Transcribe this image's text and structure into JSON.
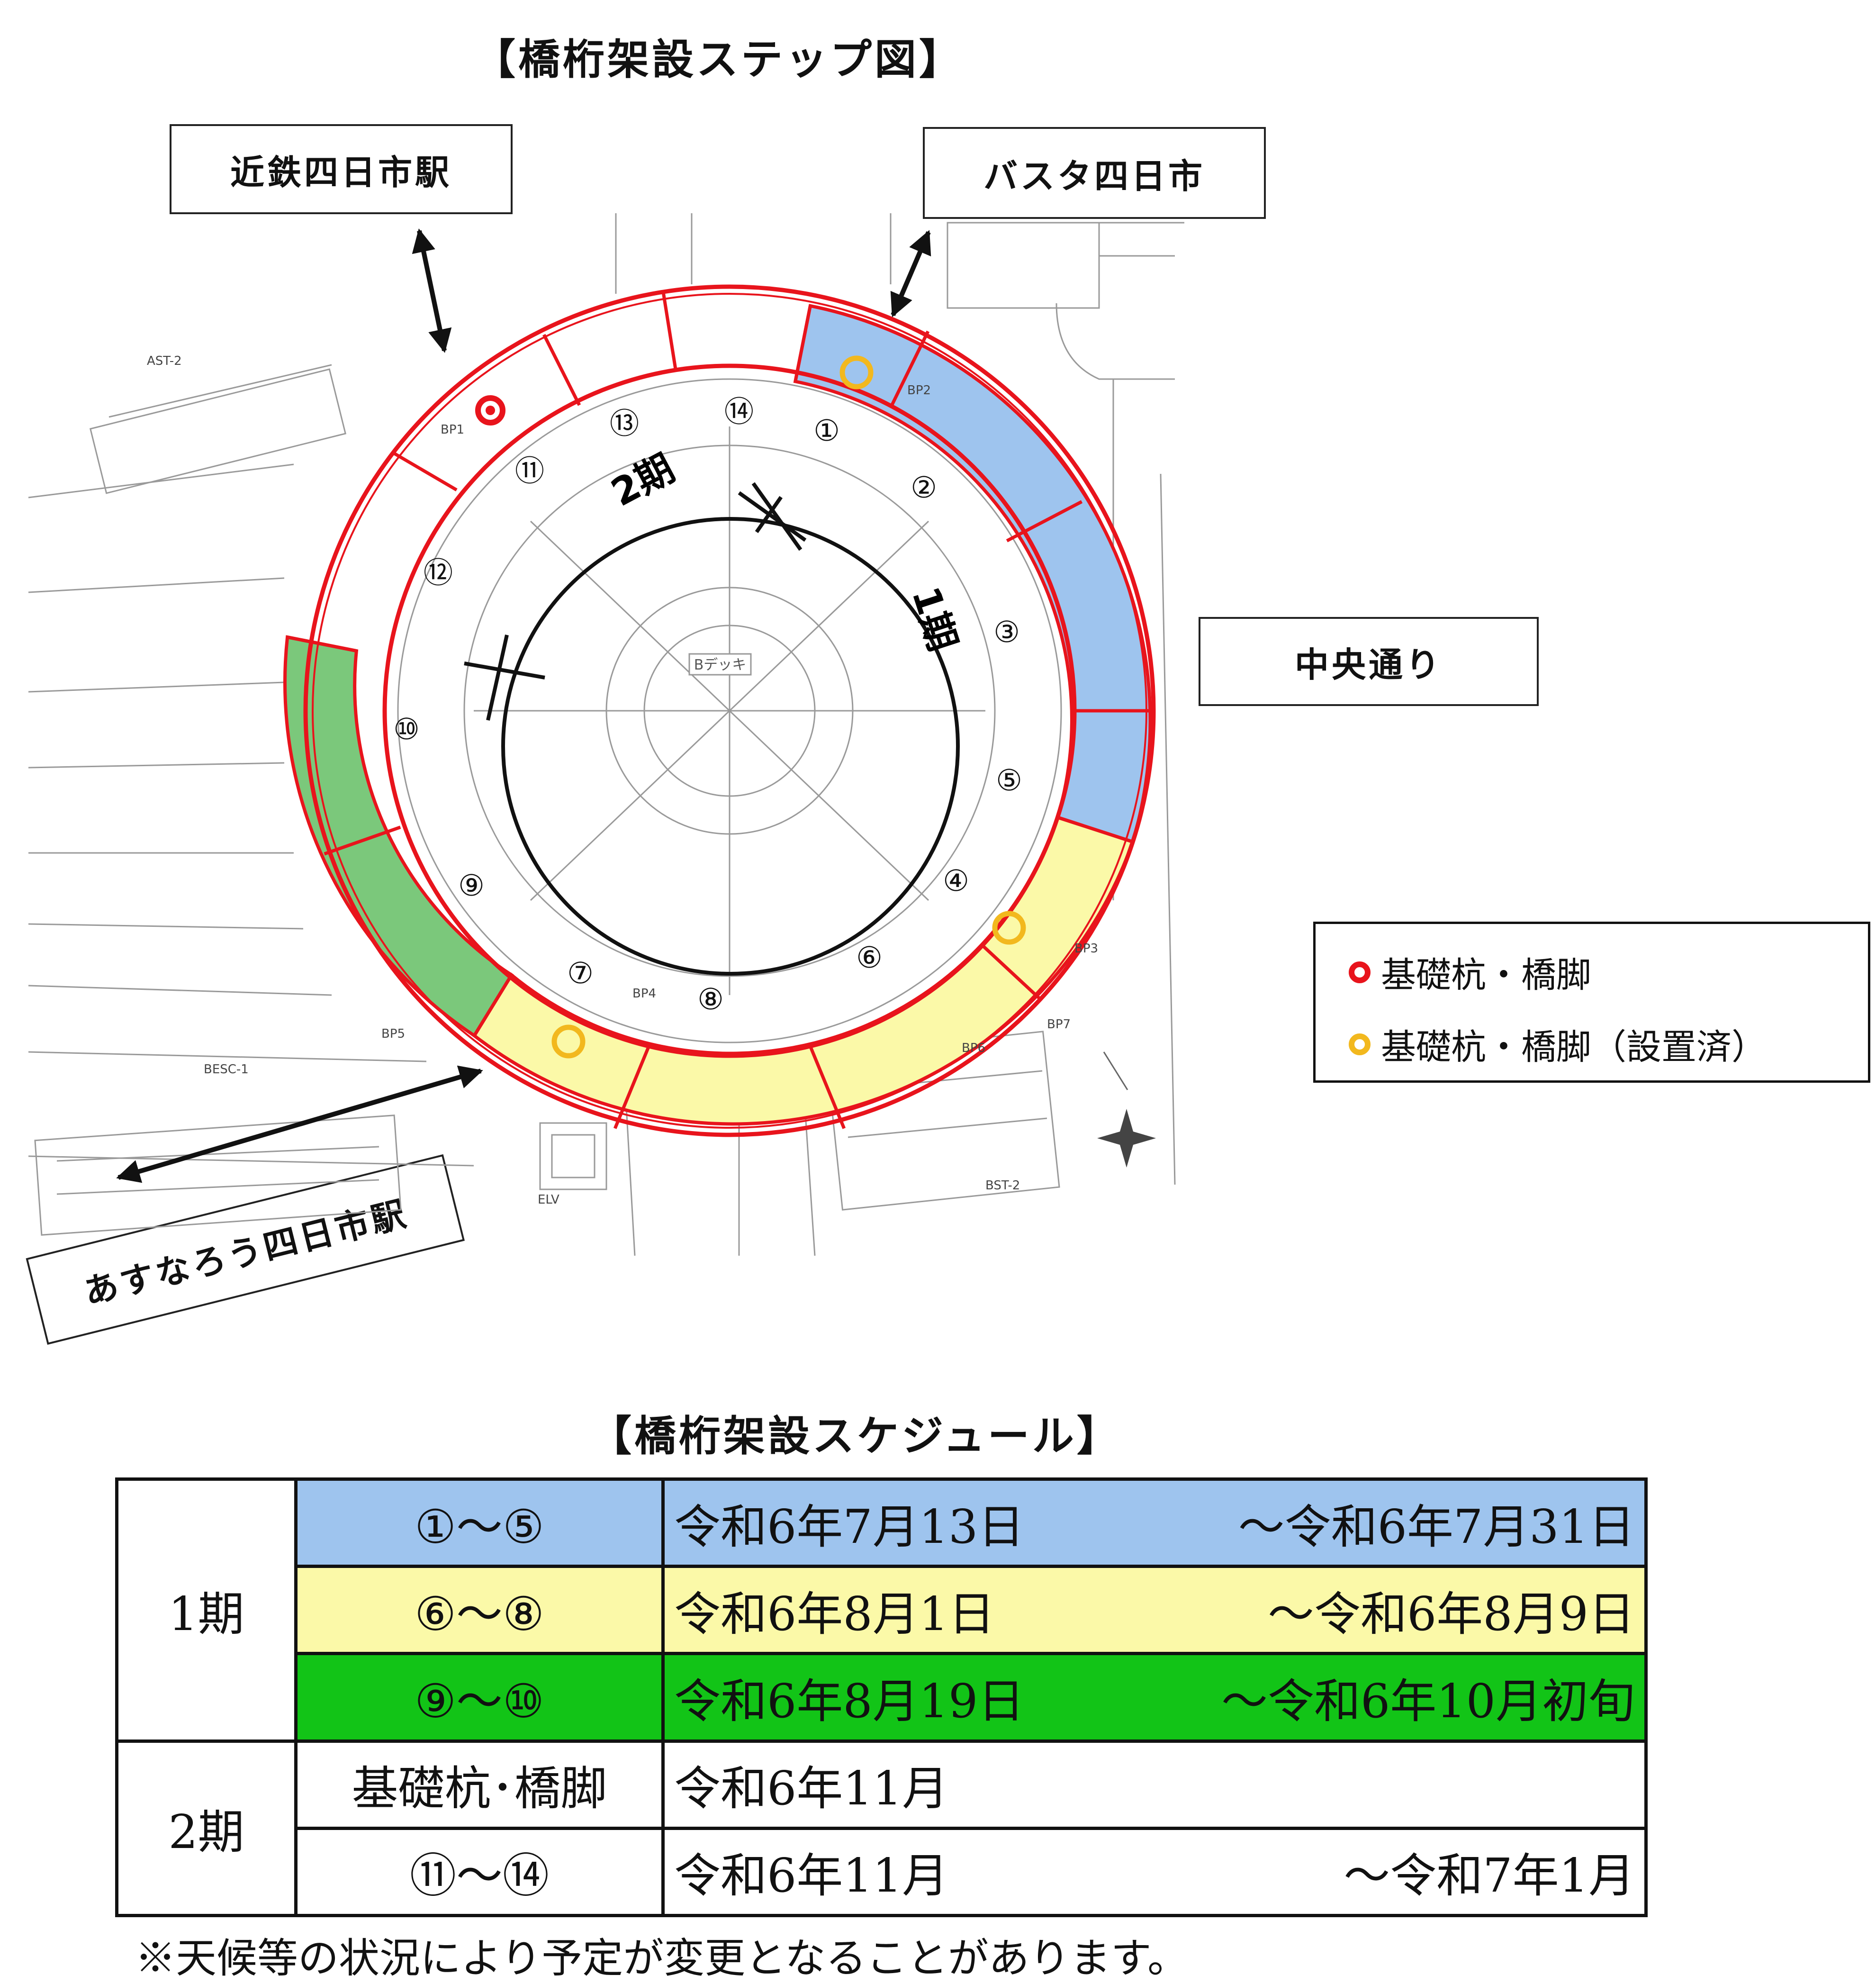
{
  "diagram_title": "【橋桁架設ステップ図】",
  "places": {
    "kintetsu": "近鉄四日市駅",
    "busta": "バスタ四日市",
    "chuo": "中央通り",
    "asunarou": "あすなろう四日市駅"
  },
  "phase_labels": {
    "phase1": "1期",
    "phase2": "2期"
  },
  "segment_numbers": [
    "①",
    "②",
    "③",
    "④",
    "⑤",
    "⑥",
    "⑦",
    "⑧",
    "⑨",
    "⑩",
    "⑪",
    "⑫",
    "⑬",
    "⑭"
  ],
  "drawing_labels": {
    "bp1": "BP1",
    "bp2": "BP2",
    "bp3": "BP3",
    "bp4": "BP4",
    "bp5": "BP5",
    "bp6": "BP6",
    "bp7": "BP7",
    "ast2": "AST-2",
    "bst2": "BST-2",
    "besc1": "BESC-1",
    "elv": "ELV",
    "center": "Bデッキ"
  },
  "legend": {
    "red_label": "基礎杭・橋脚",
    "yellow_label": "基礎杭・橋脚（設置済）",
    "red_color": "#e8141c",
    "yellow_color": "#f2b81e"
  },
  "colors": {
    "blue": "#9ec4ee",
    "yellow": "#fbf9a8",
    "green": "#12c417",
    "ring": "#e8141c"
  },
  "schedule_title": "【橋桁架設スケジュール】",
  "schedule": {
    "phase1": "1期",
    "phase2": "2期",
    "rows": [
      {
        "range": "①～⑤",
        "start": "令和6年7月13日",
        "end": "～令和6年7月31日"
      },
      {
        "range": "⑥～⑧",
        "start": "令和6年8月1日",
        "end": "～令和6年8月9日"
      },
      {
        "range": "⑨～⑩",
        "start": "令和6年8月19日",
        "end": "～令和6年10月初旬"
      },
      {
        "range": "基礎杭･橋脚",
        "start": "令和6年11月",
        "end": ""
      },
      {
        "range": "⑪～⑭",
        "start": "令和6年11月",
        "end": "～令和7年1月"
      }
    ]
  },
  "note": "※天候等の状況により予定が変更となることがあります。"
}
